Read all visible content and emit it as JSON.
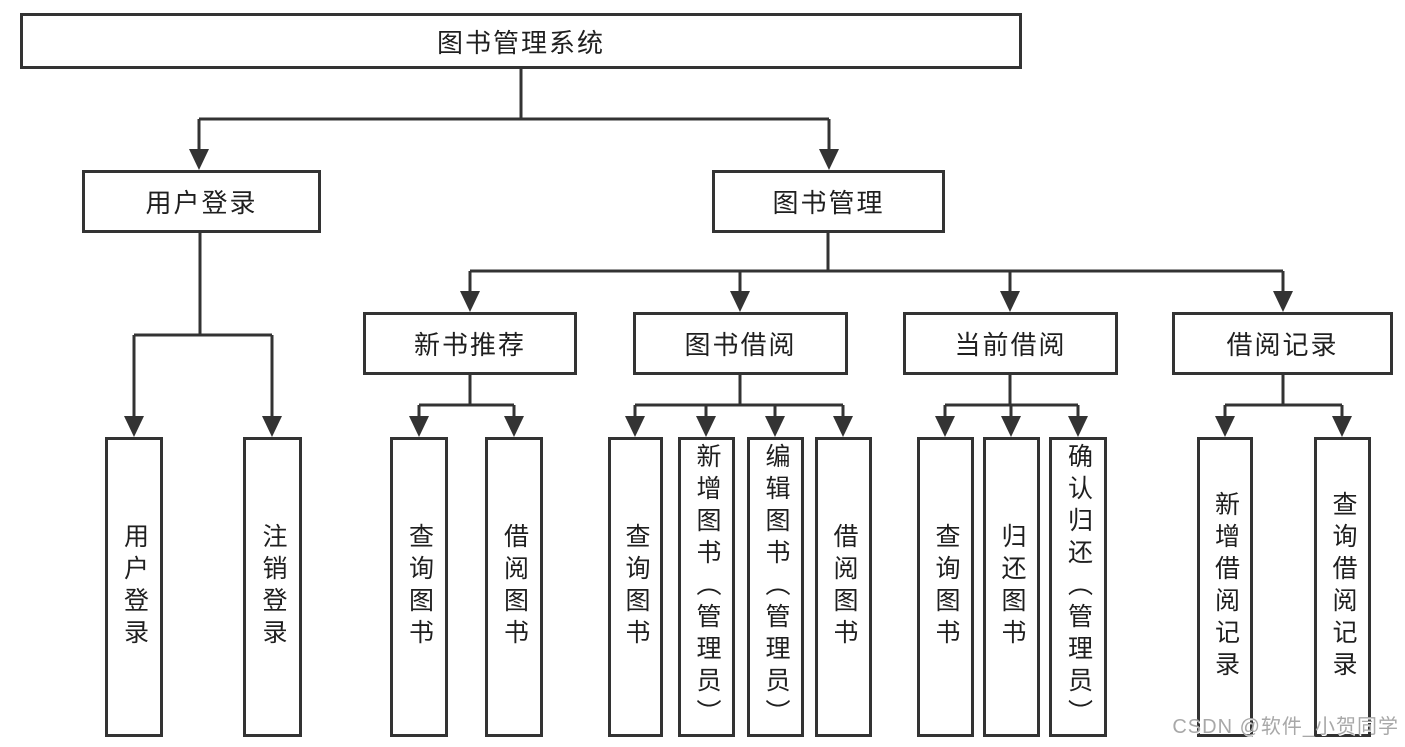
{
  "meta": {
    "background": "#ffffff",
    "line_color": "#333333",
    "text_color": "#1f1f1f",
    "watermark_color": "#a8a8a8"
  },
  "root": {
    "label": "图书管理系统"
  },
  "login_branch": {
    "label": "用户登录",
    "children": [
      "用户登录",
      "注销登录"
    ]
  },
  "management_branch": {
    "label": "图书管理",
    "sections": [
      {
        "label": "新书推荐",
        "children": [
          "查询图书",
          "借阅图书"
        ]
      },
      {
        "label": "图书借阅",
        "children": [
          "查询图书",
          "新增图书（管理员）",
          "编辑图书（管理员）",
          "借阅图书"
        ]
      },
      {
        "label": "当前借阅",
        "children": [
          "查询图书",
          "归还图书",
          "确认归还（管理员）"
        ]
      },
      {
        "label": "借阅记录",
        "children": [
          "新增借阅记录",
          "查询借阅记录"
        ]
      }
    ]
  },
  "watermark": "CSDN @软件_小贺同学"
}
